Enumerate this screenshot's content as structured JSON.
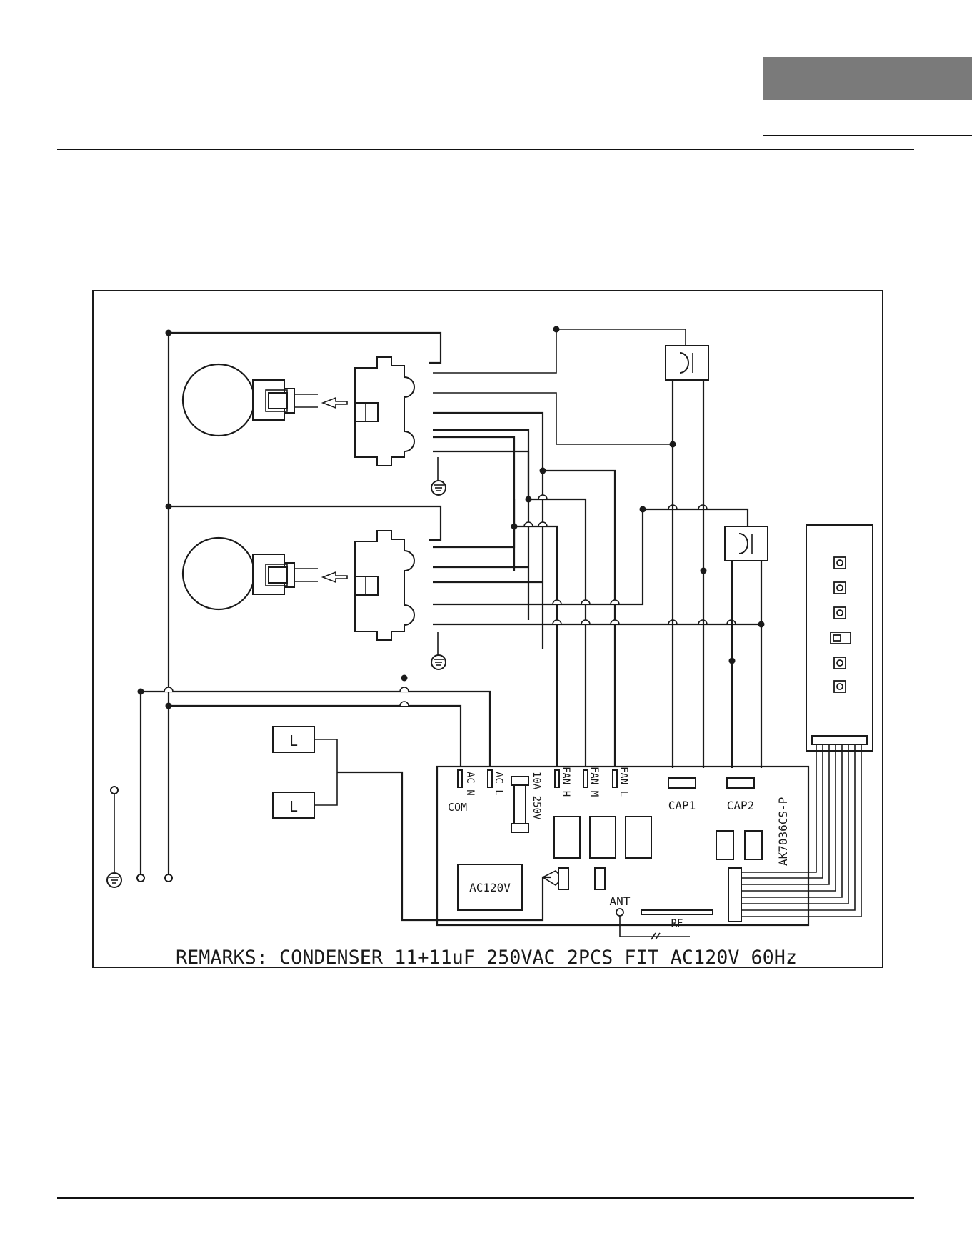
{
  "diagram": {
    "terminals": {
      "ac_n": "AC N",
      "com": "COM",
      "ac_l": "AC L",
      "fuse": "10A 250V",
      "fan_h": "FAN H",
      "fan_m": "FAN M",
      "fan_l": "FAN L",
      "cap1": "CAP1",
      "cap2": "CAP2",
      "board_model": "AK7036CS-P",
      "power": "AC120V",
      "antenna": "ANT",
      "rf": "RF"
    },
    "lamps": [
      "L",
      "L"
    ],
    "remarks": "REMARKS: CONDENSER  11+11uF   250VAC   2PCS FIT AC120V  60Hz"
  }
}
